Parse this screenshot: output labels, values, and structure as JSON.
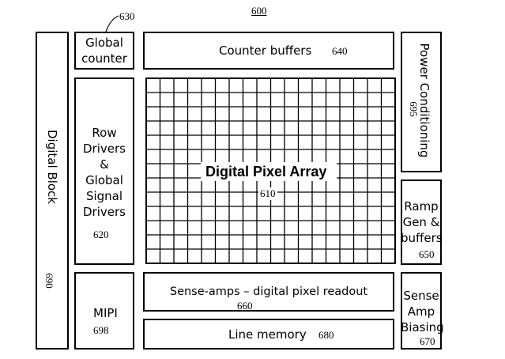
{
  "figure_ref": "600",
  "leader_ref": "630",
  "blocks": {
    "digital_block": {
      "label": "Digital Block",
      "num": "690"
    },
    "global_counter": {
      "line1": "Global",
      "line2": "counter"
    },
    "counter_buffers": {
      "label": "Counter buffers",
      "num": "640"
    },
    "power_conditioning": {
      "label": "Power Conditioning",
      "num": "695"
    },
    "row_drivers": {
      "lines": [
        "Row",
        "Drivers",
        "&",
        "Global",
        "Signal",
        "Drivers"
      ],
      "num": "620"
    },
    "pixel_array": {
      "label": "Digital Pixel Array",
      "num": "610"
    },
    "ramp_gen": {
      "lines": [
        "Ramp",
        "Gen &",
        "buffers"
      ],
      "num": "650"
    },
    "mipi": {
      "label": "MIPI",
      "num": "698"
    },
    "sense_amps": {
      "label": "Sense-amps – digital pixel readout",
      "num": "660"
    },
    "line_memory": {
      "label": "Line memory",
      "num": "680"
    },
    "sense_amp_biasing": {
      "lines": [
        "Sense",
        "Amp",
        "Biasing"
      ],
      "num": "670"
    }
  },
  "colors": {
    "line": "#000000",
    "background": "#ffffff"
  }
}
